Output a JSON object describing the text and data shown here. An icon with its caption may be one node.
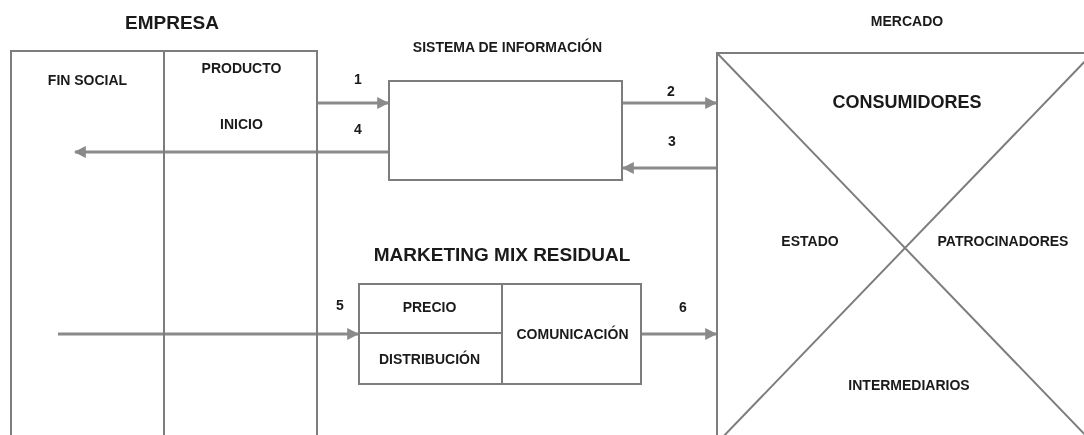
{
  "diagram": {
    "nodes": [
      {
        "text": [
          "EMPRESA"
        ]
      },
      {
        "text": [
          "FIN SOCIAL"
        ],
        "in": 0
      },
      {
        "text": [
          "PRODUCTO",
          "INICIO"
        ],
        "in": 0
      },
      {
        "text": [
          "SISTEMA DE INFORMACIÓN"
        ]
      },
      {
        "text": [
          "MERCADO",
          "CONSUMIDORES",
          "ESTADO",
          "PATROCINADORES",
          "INTERMEDIARIOS"
        ]
      },
      {
        "text": [
          "MARKETING MIX RESIDUAL"
        ]
      },
      {
        "text": [
          "PRECIO"
        ],
        "in": 5
      },
      {
        "text": [
          "DISTRIBUCIÓN"
        ],
        "in": 5
      },
      {
        "text": [
          "COMUNICACIÓN"
        ],
        "in": 5
      }
    ],
    "edges": [
      {
        "from": 2,
        "to": 3,
        "arrow": "to",
        "label": "1"
      },
      {
        "from": 3,
        "to": 4,
        "arrow": "to",
        "label": "2"
      },
      {
        "from": 4,
        "to": 3,
        "arrow": "to",
        "label": "3"
      },
      {
        "from": 3,
        "to": 1,
        "arrow": "to",
        "label": "4"
      },
      {
        "from": 1,
        "to": 5,
        "arrow": "to",
        "label": "5"
      },
      {
        "from": 5,
        "to": 4,
        "arrow": "to",
        "label": "6"
      }
    ]
  }
}
